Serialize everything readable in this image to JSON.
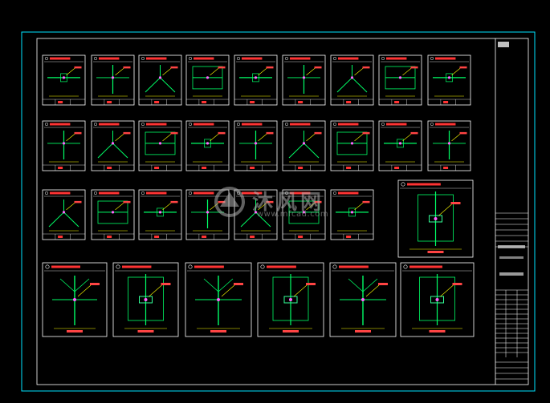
{
  "drawing": {
    "background": "#000000",
    "frame_color": "#00ffff",
    "panel_color": "#ffffff",
    "title_bar_color": "#ff3333",
    "detail_color": "#00ff66",
    "dim_color": "#ffff00",
    "label_color": "#ff4444"
  },
  "watermark": {
    "title": "沐风网",
    "url": "www.mfcad.com",
    "logo_icon": "mfcad-logo-icon"
  },
  "detail_rows": [
    {
      "row": 1,
      "count": 9
    },
    {
      "row": 2,
      "count": 9
    },
    {
      "row": 3,
      "count": 7
    },
    {
      "row": 4,
      "count": 6
    }
  ]
}
